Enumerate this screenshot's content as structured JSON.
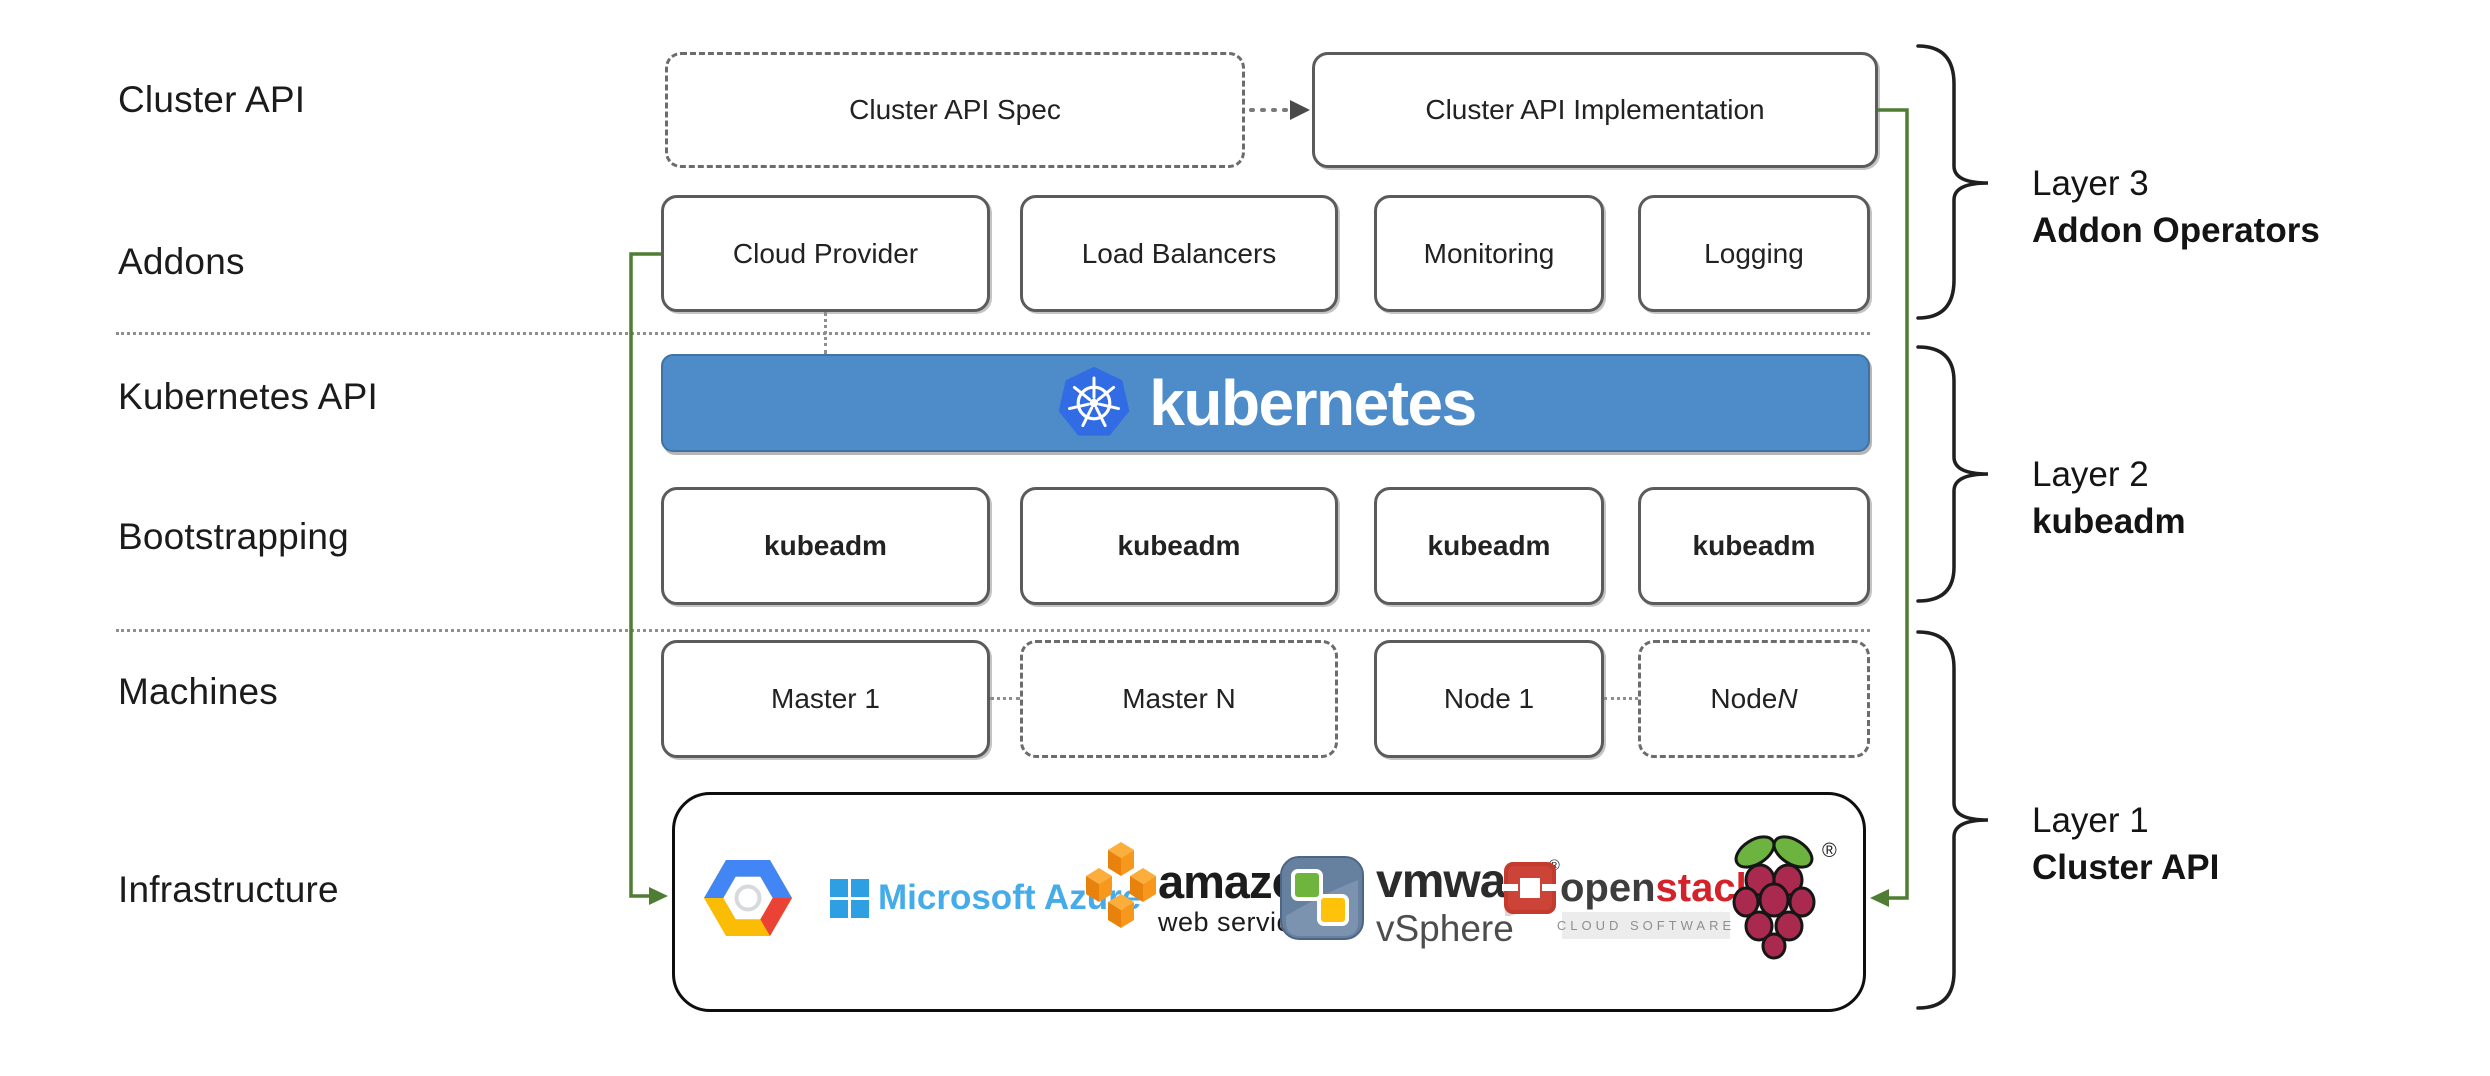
{
  "left_labels": [
    "Cluster API",
    "Addons",
    "Kubernetes API",
    "Bootstrapping",
    "Machines",
    "Infrastructure"
  ],
  "cluster_api_row": {
    "spec": "Cluster API Spec",
    "implementation": "Cluster API Implementation"
  },
  "addons_row": [
    "Cloud Provider",
    "Load Balancers",
    "Monitoring",
    "Logging"
  ],
  "banner": {
    "text": "kubernetes"
  },
  "bootstrapping_row": [
    "kubeadm",
    "kubeadm",
    "kubeadm",
    "kubeadm"
  ],
  "machines_row": {
    "master1": "Master 1",
    "masterN": "Master N",
    "node1": "Node 1",
    "nodeN_prefix": "Node ",
    "nodeN_n": "N"
  },
  "layers": [
    {
      "line1": "Layer 3",
      "line2": "Addon Operators"
    },
    {
      "line1": "Layer 2",
      "line2": "kubeadm"
    },
    {
      "line1": "Layer 1",
      "line2": "Cluster API"
    }
  ],
  "infra": {
    "azure": "Microsoft Azure",
    "aws1": "amazon",
    "aws2": "web services",
    "vmware": "vmware",
    "vmware_reg": "®",
    "vsphere": "vSphere",
    "os_open": "open",
    "os_stack": "stack",
    "os_tm": "™",
    "os_sub": "CLOUD SOFTWARE",
    "rpi_reg": "®"
  },
  "colors": {
    "green_connector": "#4e7d33",
    "banner_blue": "#4e8bc9",
    "k8s_logo_blue": "#326ce5",
    "box_border_gray": "#5b5b5b",
    "openstack_red": "#d3222a"
  }
}
